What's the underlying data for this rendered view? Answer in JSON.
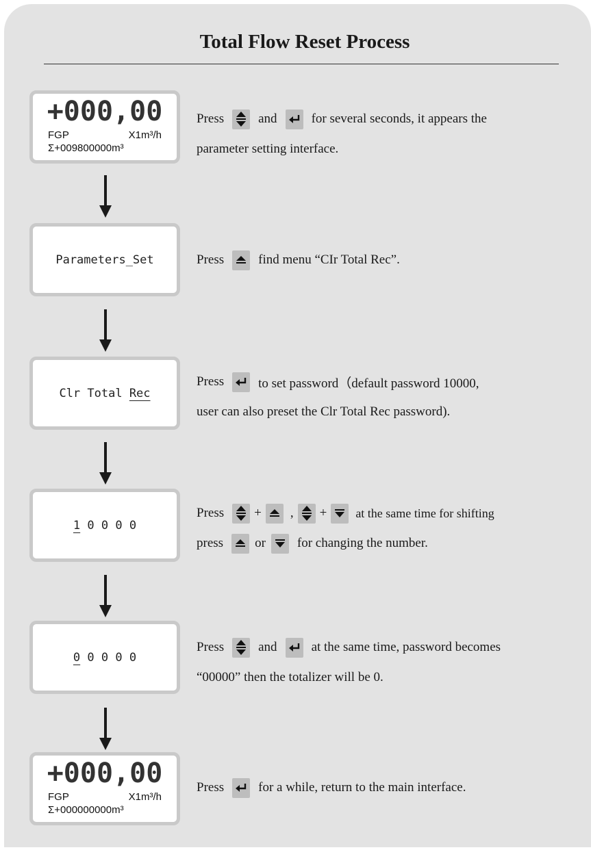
{
  "title": "Total Flow Reset Process",
  "colors": {
    "card_bg": "#e3e3e3",
    "key_bg": "#bdbdbd",
    "lcd_border": "#c9c9c9"
  },
  "displays": {
    "main_start": {
      "value": "+000,00",
      "unit_left": "FGP",
      "unit_right": "X1m³/h",
      "total": "Σ+009800000m³"
    },
    "params": {
      "pre": "Parameters",
      "cursor_char": "_Set",
      "text": "Parameters_Set"
    },
    "clr": {
      "pre": "Clr Total ",
      "cursor": "Rec",
      "text": "Clr Total Rec"
    },
    "pw1": {
      "first": "1",
      "rest": " 0 0 0 0",
      "text": "1 0 0 0 0"
    },
    "pw0": {
      "first": "0",
      "rest": " 0 0 0 0",
      "text": "0 0 0 0 0"
    },
    "main_end": {
      "value": "+000,00",
      "unit_left": "FGP",
      "unit_right": "X1m³/h",
      "total": "Σ+000000000m³"
    }
  },
  "steps": {
    "s1": {
      "press": "Press",
      "and": "and",
      "l1": "for several seconds, it appears the",
      "l2": "parameter setting interface."
    },
    "s2": {
      "press": "Press",
      "l1": "find menu “CIr Total Rec”."
    },
    "s3": {
      "press": "Press",
      "l1": "to set password（default password 10000,",
      "l2": "user can also preset the Clr Total Rec password)."
    },
    "s4": {
      "press": "Press",
      "plus": "+",
      "comma": ",",
      "l1": "at the same time for shifting",
      "press2": "press",
      "or": "or",
      "l2": "for changing the number."
    },
    "s5": {
      "press": "Press",
      "and": "and",
      "l1": "at the same time, password becomes",
      "l2": "“00000” then the totalizer will be 0."
    },
    "s6": {
      "press": "Press",
      "l1": "for a while, return to  the main interface."
    }
  },
  "icons": [
    "up-down-key-icon",
    "enter-key-icon",
    "up-key-icon",
    "down-key-icon",
    "down-arrow-icon"
  ]
}
